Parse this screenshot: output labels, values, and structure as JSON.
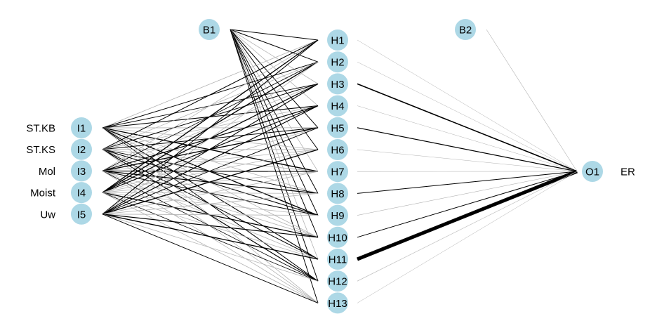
{
  "diagram": {
    "type": "neural-network",
    "input_labels": [
      "ST.KB",
      "ST.KS",
      "Mol",
      "Moist",
      "Uw"
    ],
    "output_label": "ER",
    "inputs": [
      "I1",
      "I2",
      "I3",
      "I4",
      "I5"
    ],
    "hidden": [
      "H1",
      "H2",
      "H3",
      "H4",
      "H5",
      "H6",
      "H7",
      "H8",
      "H9",
      "H10",
      "H11",
      "H12",
      "H13"
    ],
    "output": "O1",
    "bias_hidden": "B1",
    "bias_output": "B2",
    "colors": {
      "node_fill": "#add8e6",
      "positive_weight": "#000000",
      "negative_weight": "#b3b3b3"
    },
    "hidden_to_output_weights": [
      {
        "from": "H1",
        "sign": "negative",
        "strength": 0.5
      },
      {
        "from": "H2",
        "sign": "negative",
        "strength": 0.5
      },
      {
        "from": "H3",
        "sign": "positive",
        "strength": 1.6
      },
      {
        "from": "H4",
        "sign": "negative",
        "strength": 0.5
      },
      {
        "from": "H5",
        "sign": "positive",
        "strength": 1.2
      },
      {
        "from": "H6",
        "sign": "negative",
        "strength": 0.5
      },
      {
        "from": "H7",
        "sign": "negative",
        "strength": 0.6
      },
      {
        "from": "H8",
        "sign": "positive",
        "strength": 1.0
      },
      {
        "from": "H9",
        "sign": "negative",
        "strength": 0.6
      },
      {
        "from": "H10",
        "sign": "positive",
        "strength": 1.0
      },
      {
        "from": "H11",
        "sign": "positive",
        "strength": 5.0
      },
      {
        "from": "H12",
        "sign": "negative",
        "strength": 0.6
      },
      {
        "from": "H13",
        "sign": "negative",
        "strength": 0.5
      }
    ],
    "bias_output_weight": {
      "sign": "negative",
      "strength": 0.6
    }
  }
}
